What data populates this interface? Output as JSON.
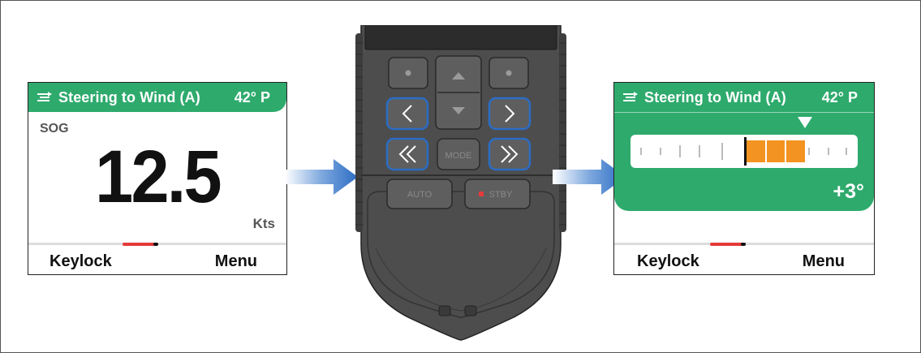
{
  "left_display": {
    "header": {
      "title": "Steering to Wind (A)",
      "heading": "42° P"
    },
    "data_label": "SOG",
    "data_value": "12.5",
    "data_unit": "Kts",
    "softkeys": {
      "left": "Keylock",
      "right": "Menu"
    }
  },
  "remote": {
    "buttons": {
      "mode": "MODE",
      "auto": "AUTO",
      "standby": "STBY"
    }
  },
  "right_display": {
    "header": {
      "title": "Steering to Wind (A)",
      "heading": "42° P"
    },
    "rudder_angle": "+3°",
    "rudder_angle_value": 3,
    "softkeys": {
      "left": "Keylock",
      "right": "Menu"
    }
  },
  "colors": {
    "header_green": "#2eaa6d",
    "rudder_orange": "#f39321",
    "highlight_blue": "#2b6cc4",
    "standby_red": "#e53a3a",
    "remote_body": "#4a4a4a"
  }
}
